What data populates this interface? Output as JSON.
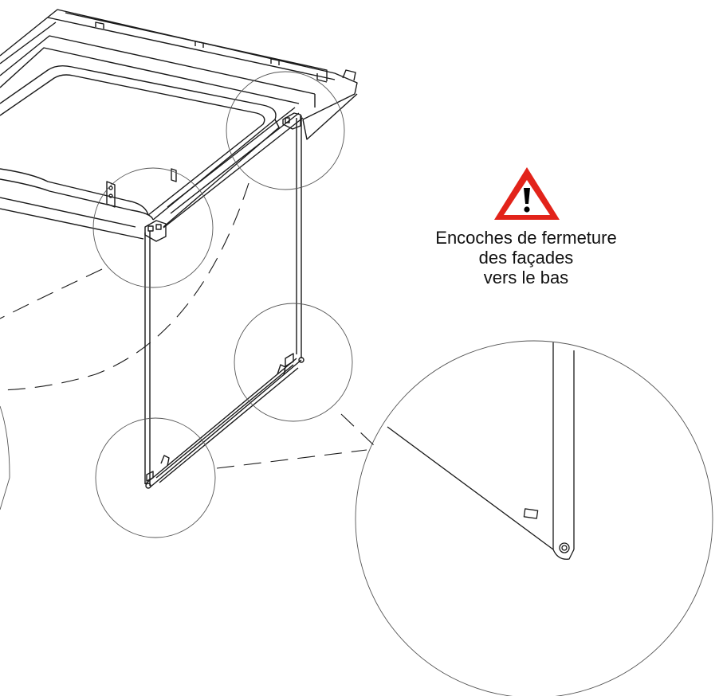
{
  "warning": {
    "line1": "Encoches de fermeture",
    "line2": "des façades",
    "line3": "vers le bas",
    "icon": "warning-triangle-icon",
    "icon_colors": {
      "border": "#e2231a",
      "fill": "#ffffff",
      "mark": "#000000"
    }
  },
  "colors": {
    "stroke": "#1a1a1a",
    "background": "#ffffff"
  }
}
